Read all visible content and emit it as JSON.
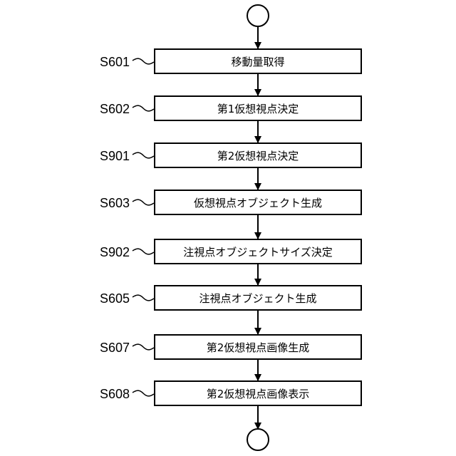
{
  "flowchart": {
    "steps": [
      {
        "id": "S601",
        "label": "移動量取得"
      },
      {
        "id": "S602",
        "label": "第1仮想視点決定"
      },
      {
        "id": "S901",
        "label": "第2仮想視点決定"
      },
      {
        "id": "S603",
        "label": "仮想視点オブジェクト生成"
      },
      {
        "id": "S902",
        "label": "注視点オブジェクトサイズ決定"
      },
      {
        "id": "S605",
        "label": "注視点オブジェクト生成"
      },
      {
        "id": "S607",
        "label": "第2仮想視点画像生成"
      },
      {
        "id": "S608",
        "label": "第2仮想視点画像表示"
      }
    ]
  }
}
